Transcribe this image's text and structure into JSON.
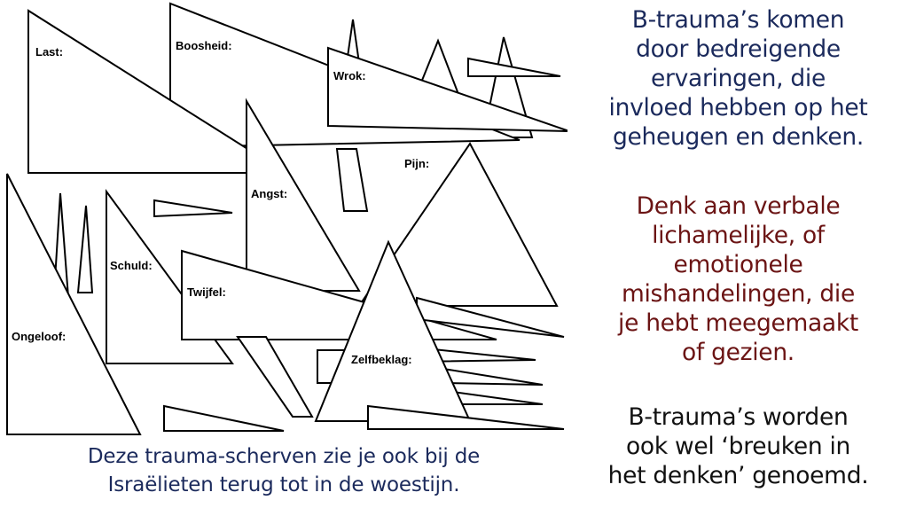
{
  "shards": {
    "last": "Last:",
    "boosheid": "Boosheid:",
    "wrok": "Wrok:",
    "pijn": "Pijn:",
    "angst": "Angst:",
    "schuld": "Schuld:",
    "twijfel": "Twijfel:",
    "ongeloof": "Ongeloof:",
    "zelfbeklag": "Zelfbeklag:"
  },
  "caption": {
    "line1": "Deze trauma-scherven zie je ook bij de",
    "line2": "Israëlieten terug tot in de woestijn."
  },
  "side_text": {
    "paragraph1": [
      "B-trauma’s komen",
      "door bedreigende",
      "ervaringen, die",
      "invloed hebben op het",
      "geheugen en denken."
    ],
    "paragraph2": [
      "Denk aan verbale",
      "lichamelijke, of",
      "emotionele",
      "mishandelingen, die",
      "je hebt meegemaakt",
      "of gezien."
    ],
    "paragraph3": [
      "B-trauma’s worden",
      "ook wel ‘breuken in",
      "het denken’ genoemd."
    ]
  },
  "colors": {
    "paragraph1": "#1b2a5c",
    "paragraph2": "#6b1414",
    "paragraph3": "#111111",
    "caption": "#1b2a5c"
  }
}
